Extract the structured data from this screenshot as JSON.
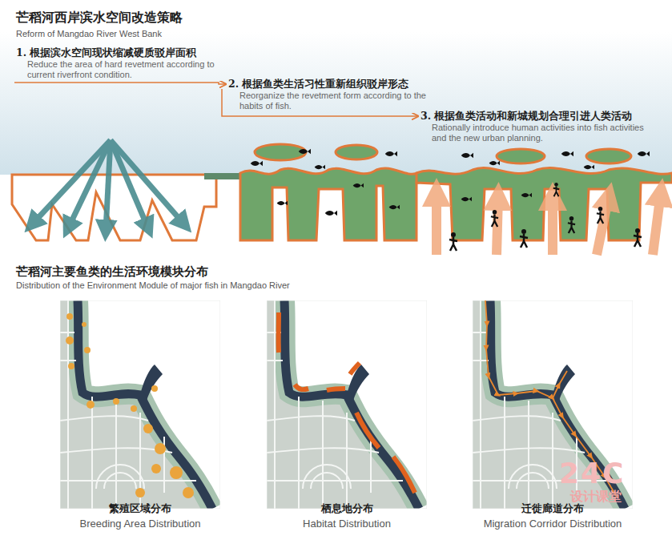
{
  "diagram": {
    "title": "芒稻河西岸滨水空间改造策略",
    "nodes": [
      {
        "text": [
          "1. 根据滨水空间现状缩减硬质驳岸面积",
          "Reduce the area of hard revetment according to current riverfront condition."
        ]
      },
      {
        "text": [
          "2. 根据鱼类生活习性重新组织驳岸形态",
          "Reorganize the revetment form according to the habits of fish."
        ]
      },
      {
        "text": [
          "3. 根据鱼类活动和新城规划合理引进人类活动",
          "Rationally introduce human activities into fish activities and the new urban planning."
        ]
      },
      {
        "text": [
          "繁殖区域分布",
          "Breeding Area Distribution"
        ]
      },
      {
        "text": [
          "栖息地分布",
          "Habitat Distribution"
        ]
      },
      {
        "text": [
          "迁徙廊道分布",
          "Migration Corridor Distribution"
        ]
      }
    ],
    "edges": [
      {
        "from": 0,
        "to": 1,
        "arrow": "to"
      },
      {
        "from": 1,
        "to": 2,
        "arrow": "to"
      }
    ],
    "labels": [
      "Reform of Mangdao River West Bank",
      "芒稻河主要鱼类的生活环境模块分布",
      "Distribution of the Environment Module of major fish in Mangdao River",
      "24C",
      "设计课堂"
    ]
  }
}
